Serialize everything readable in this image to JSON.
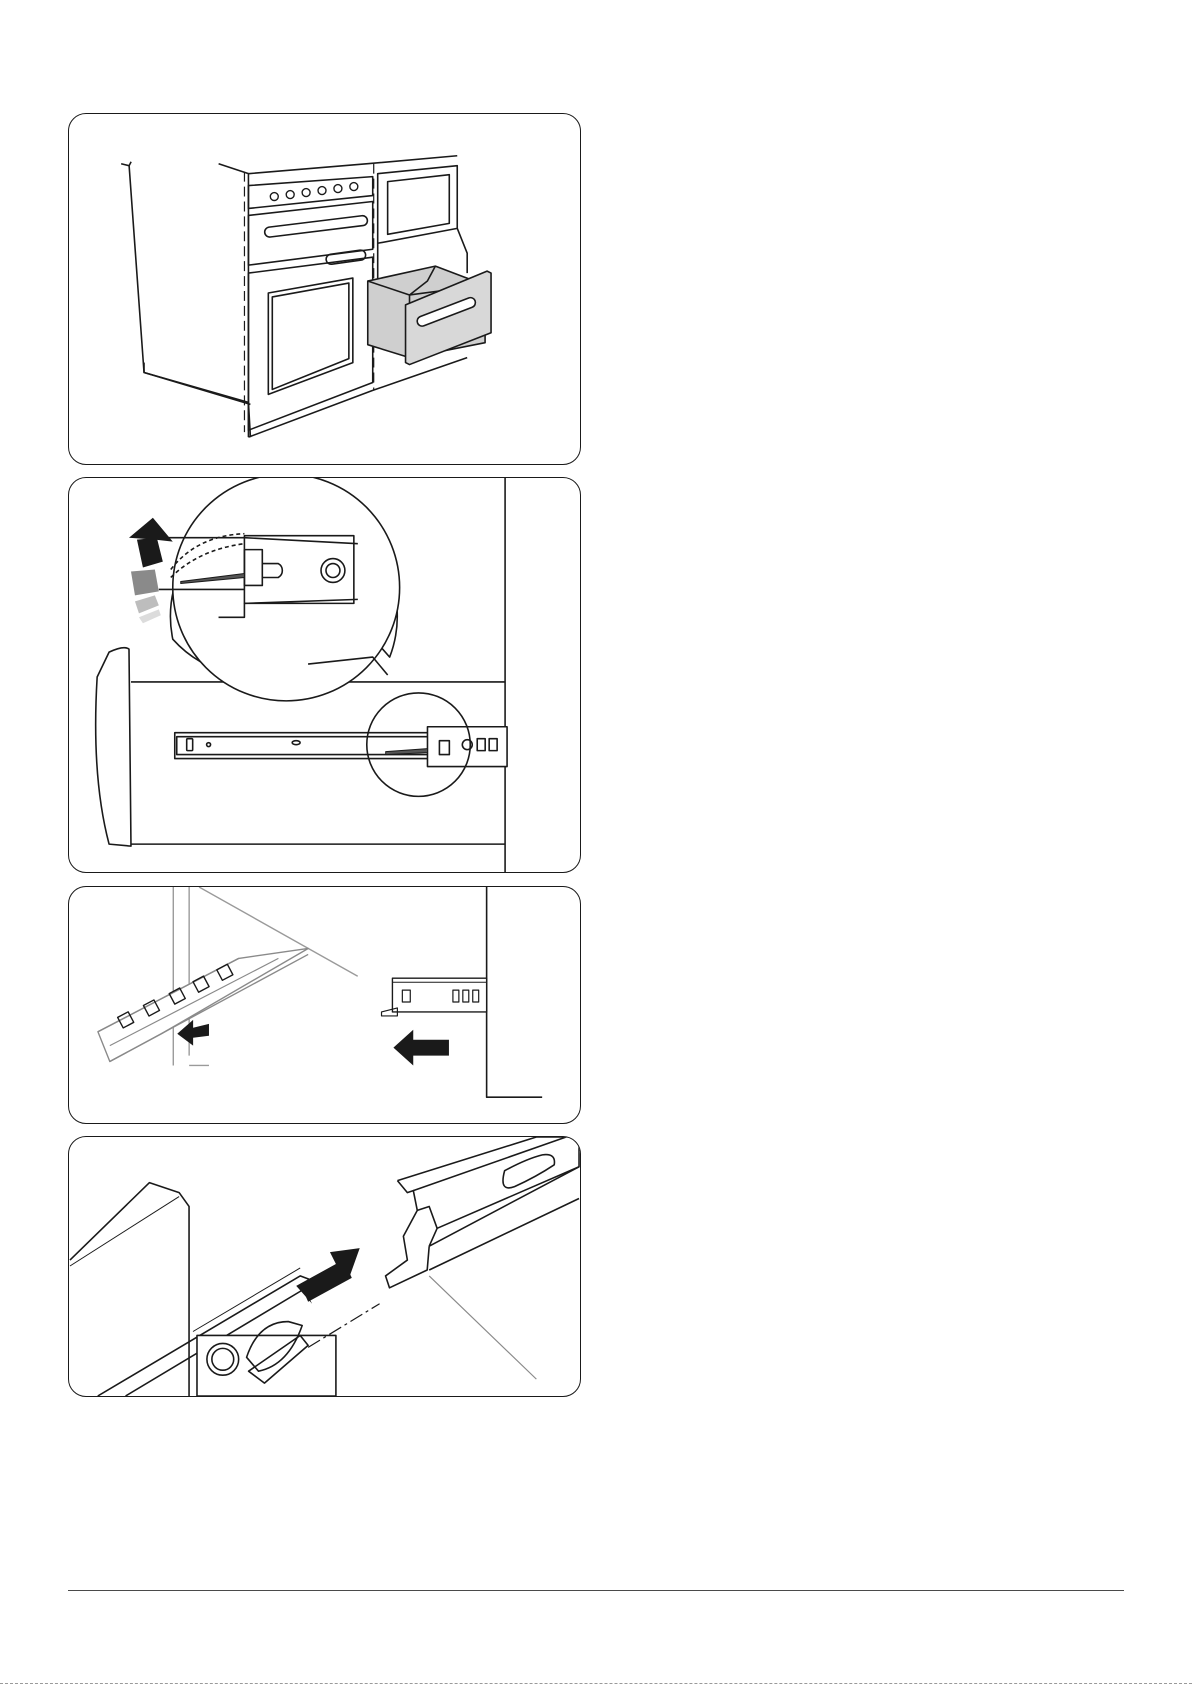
{
  "figures": [
    {
      "name": "drawer-pulled-out-of-cooker"
    },
    {
      "name": "release-lever-on-runner"
    },
    {
      "name": "runner-pushed-back"
    },
    {
      "name": "drawer-hooked-onto-runner"
    }
  ],
  "colors": {
    "line": "#1a1a1a",
    "drawer_fill": "#cfcfcf",
    "arrow_dark": "#1a1a1a",
    "arrow_mid": "#8a8a8a",
    "arrow_light": "#bdbdbd",
    "arrow_lighter": "#dcdcdc",
    "lever_fill": "#555555"
  }
}
